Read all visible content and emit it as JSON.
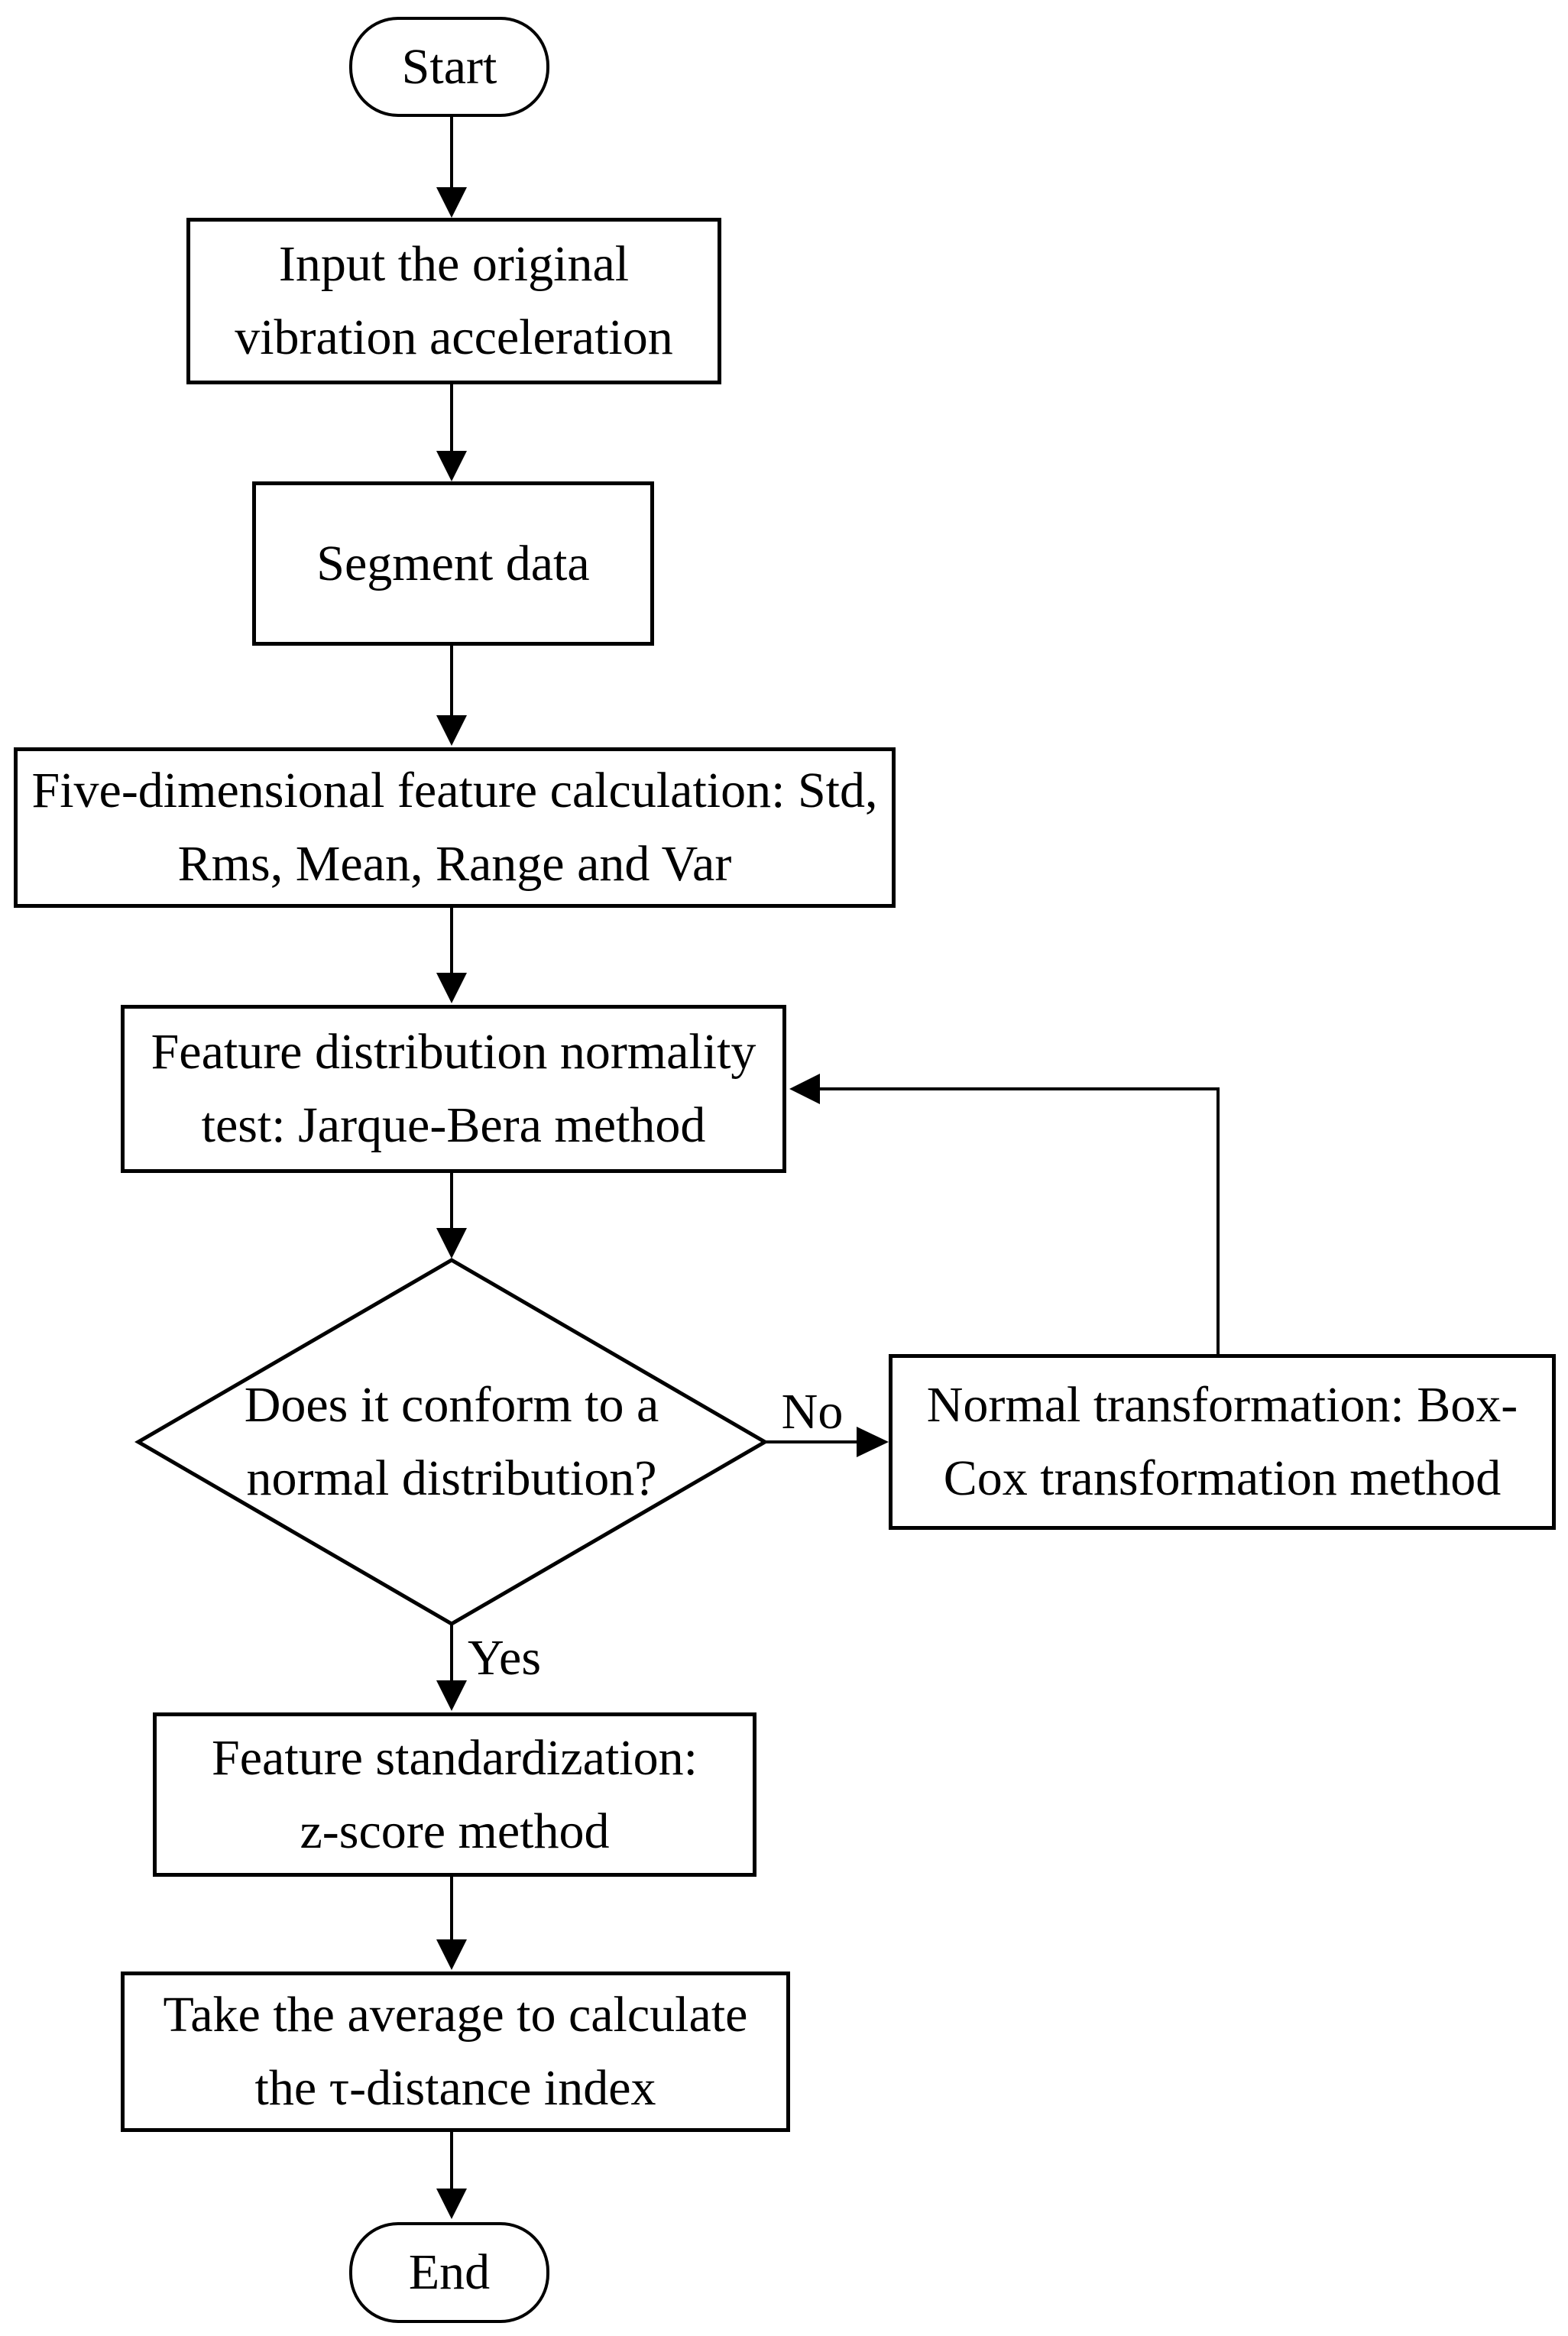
{
  "flowchart": {
    "colors": {
      "stroke": "#000000",
      "fill": "#ffffff",
      "text": "#000000"
    },
    "nodes": {
      "start": {
        "type": "terminator",
        "label": "Start"
      },
      "input_data": {
        "type": "process",
        "label": "Input the original\nvibration acceleration"
      },
      "segment_data": {
        "type": "process",
        "label": "Segment data"
      },
      "feature_calc": {
        "type": "process",
        "label": "Five-dimensional feature calculation: Std,\nRms, Mean, Range and Var"
      },
      "normality_test": {
        "type": "process",
        "label": "Feature distribution normality\ntest: Jarque-Bera method"
      },
      "decision": {
        "type": "decision",
        "label": "Does it conform to a\nnormal distribution?"
      },
      "box_cox": {
        "type": "process",
        "label": "Normal transformation: Box-\nCox transformation method"
      },
      "standardization": {
        "type": "process",
        "label": "Feature standardization:\nz-score method"
      },
      "tau_distance": {
        "type": "process",
        "label": "Take the average to calculate\nthe τ-distance index"
      },
      "end": {
        "type": "terminator",
        "label": "End"
      }
    },
    "edge_labels": {
      "no": "No",
      "yes": "Yes"
    }
  }
}
